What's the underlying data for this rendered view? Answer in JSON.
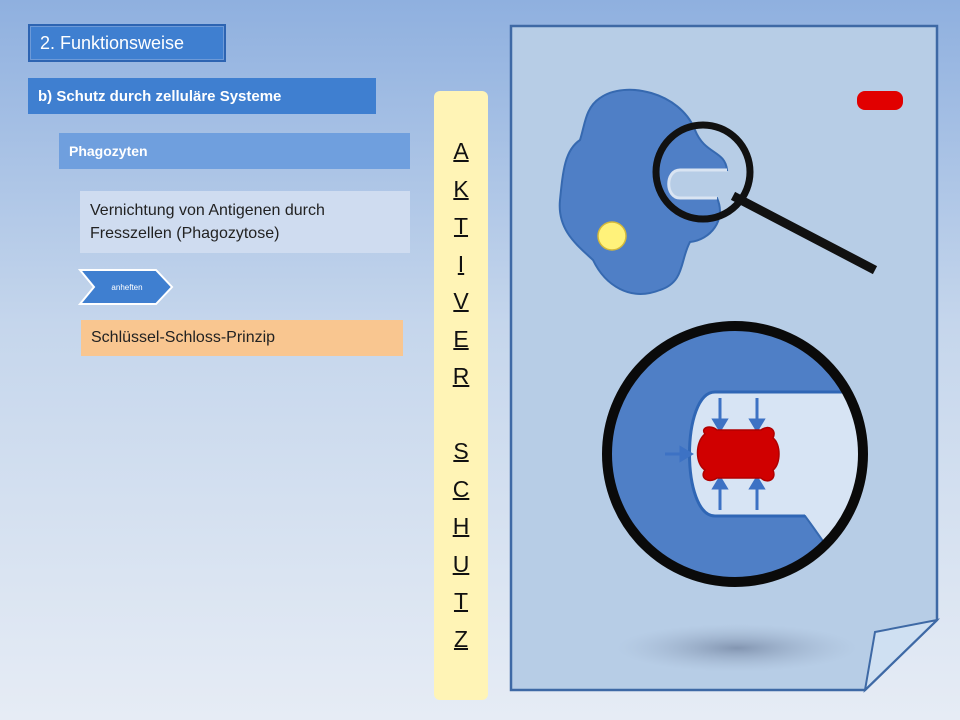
{
  "section": {
    "title": "2. Funktionsweise"
  },
  "subsection": {
    "title": "b) Schutz durch zelluläre Systeme"
  },
  "topic": {
    "label": "Phagozyten"
  },
  "description": {
    "text": "Vernichtung von Antigenen durch Fresszellen (Phagozytose)"
  },
  "step": {
    "label": "anheften"
  },
  "principle": {
    "label": "Schlüssel-Schloss-Prinzip"
  },
  "banner": {
    "letters": [
      "A",
      "K",
      "T",
      "I",
      "V",
      "E",
      "R",
      "",
      "S",
      "C",
      "H",
      "U",
      "T",
      "Z"
    ]
  },
  "illustration": {
    "icons": [
      "phagocyte-cell-icon",
      "antigen-icon",
      "magnifying-glass-icon",
      "binding-detail-icon"
    ],
    "colors": {
      "cell": "#4f7fc6",
      "antigen": "#dd0000",
      "nucleus": "#fff27a",
      "page": "#b7cde6"
    }
  }
}
